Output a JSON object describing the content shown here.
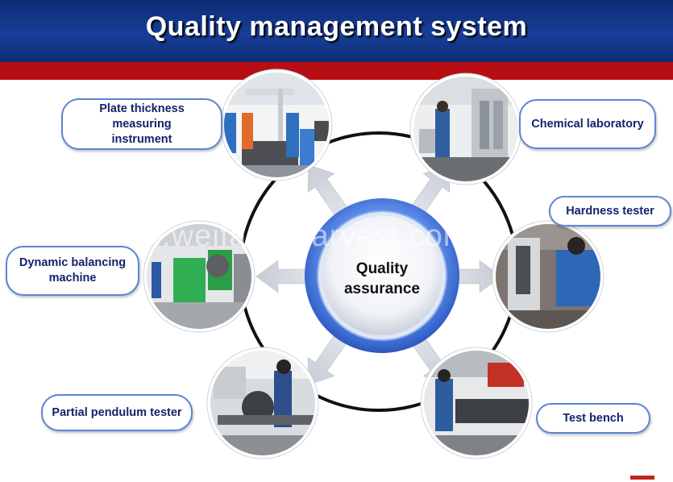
{
  "title": "Quality management system",
  "center": {
    "line1": "Quality",
    "line2": "assurance"
  },
  "labels": {
    "plate_thickness": {
      "line1": "Plate thickness",
      "line2": "measuring",
      "line3": "instrument"
    },
    "chemical_laboratory": "Chemical laboratory",
    "hardness_tester": "Hardness tester",
    "dynamic_balancing": {
      "line1": "Dynamic balancing",
      "line2": "machine"
    },
    "partial_pendulum": "Partial pendulum tester",
    "test_bench": "Test bench"
  },
  "watermark": "www.weifang-harvest.com",
  "colors": {
    "header": "#173f99",
    "red_bar": "#b60e12",
    "label_border": "#5a86d6",
    "label_text": "#13236b",
    "center_ring": "#3f73d9"
  }
}
